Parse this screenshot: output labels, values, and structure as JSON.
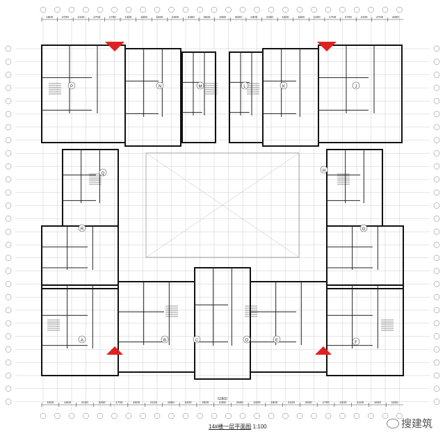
{
  "drawing": {
    "title": "14#楼一层平面图",
    "scale": "1:100",
    "total_dimension": "52800",
    "watermark": "搜建筑",
    "top_dimensions": [
      "1800",
      "2700",
      "2100",
      "2700",
      "1700",
      "1300",
      "1600",
      "1600",
      "2300",
      "2300",
      "3600",
      "1900",
      "3600",
      "2300",
      "2300",
      "1600",
      "1600",
      "1300",
      "1700",
      "2700",
      "2100",
      "2700",
      "1800"
    ],
    "bottom_dimensions": [
      "1500",
      "1600",
      "2100",
      "2200",
      "1700",
      "2600",
      "2100",
      "1800",
      "2400",
      "2500",
      "2300",
      "2500",
      "2400",
      "1800",
      "2100",
      "2600",
      "1700",
      "2200",
      "2100",
      "1600",
      "1500"
    ],
    "units": [
      {
        "label": "A"
      },
      {
        "label": "B"
      },
      {
        "label": "C"
      },
      {
        "label": "D"
      },
      {
        "label": "E"
      },
      {
        "label": "F"
      },
      {
        "label": "G"
      },
      {
        "label": "H"
      },
      {
        "label": "J"
      },
      {
        "label": "K"
      },
      {
        "label": "L"
      },
      {
        "label": "M"
      },
      {
        "label": "N"
      },
      {
        "label": "P"
      },
      {
        "label": "Q"
      },
      {
        "label": "R"
      }
    ],
    "accent_color": "#e02020"
  }
}
